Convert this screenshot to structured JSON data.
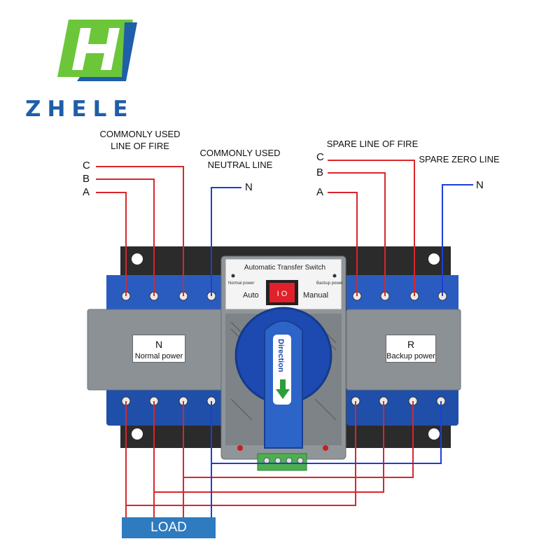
{
  "brand": {
    "name": "ZHELE",
    "logo_letter": "H",
    "colors": {
      "green": "#6cc63a",
      "blue": "#1f5ea8"
    }
  },
  "labels": {
    "commonly_used_fire": "COMMONLY USED\nLINE OF FIRE",
    "commonly_used_neutral": "COMMONLY USED\nNEUTRAL LINE",
    "spare_fire": "SPARE LINE OF FIRE",
    "spare_zero": "SPARE ZERO LINE",
    "left_phases": [
      "C",
      "B",
      "A"
    ],
    "right_phases": [
      "C",
      "B",
      "A"
    ],
    "neutral_left": "N",
    "neutral_right": "N",
    "load": "LOAD"
  },
  "device": {
    "title": "Automatic Transfer Switch",
    "normal_power_small": "Normal power",
    "backup_power_small": "Backup power",
    "mode_auto": "Auto",
    "mode_manual": "Manual",
    "switch_symbols": "I  O",
    "handle_text": "Direction",
    "left_panel": {
      "letter": "N",
      "text": "Normal power"
    },
    "right_panel": {
      "letter": "R",
      "text": "Backup power"
    },
    "colors": {
      "body_blue": "#1f4fa8",
      "gray": "#8c9196",
      "switch_red": "#e0202a",
      "terminal_green": "#4caf50"
    }
  },
  "wire_colors": {
    "fire": "#d9262c",
    "neutral": "#1d3fd6"
  }
}
